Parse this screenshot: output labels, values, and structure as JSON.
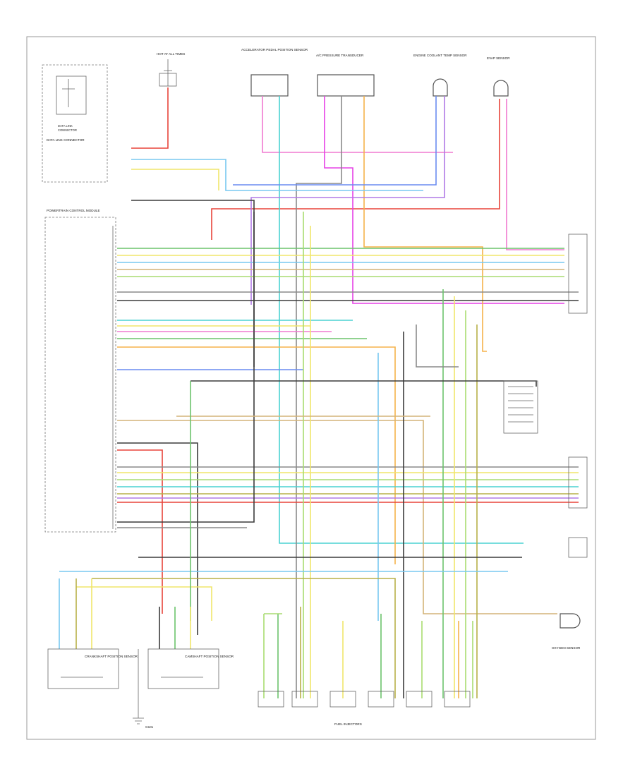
{
  "colors": {
    "red": "#e8443a",
    "pink": "#f07ad0",
    "magenta": "#e640e6",
    "green": "#6cc36c",
    "lightgreen": "#a8dc70",
    "yellow": "#f0e66a",
    "orange": "#f5b24a",
    "blue": "#6a8cf0",
    "lightblue": "#78c8f0",
    "cyan": "#4ad2d2",
    "gray": "#8a8a8a",
    "dark": "#3c3c3c",
    "violet": "#b07ae6",
    "tan": "#d4b478",
    "olive": "#b8b048",
    "brown": "#a07a46"
  },
  "labels": {
    "page_id": "",
    "top_components": [
      "HOT AT ALL TIMES",
      "ACCELERATOR PEDAL POSITION SENSOR",
      "A/C PRESSURE TRANSDUCER",
      "ENGINE COOLANT TEMP SENSOR",
      "EVAP SENSOR"
    ],
    "left_module": "POWERTRAIN CONTROL MODULE",
    "left_box": "DATA LINK CONNECTOR",
    "fuse_block": "",
    "right_connector_a": "",
    "right_connector_b": "",
    "bottom_sensors": [
      "CRANKSHAFT POSITION SENSOR",
      "CAMSHAFT POSITION SENSOR"
    ],
    "bottom_injectors": "FUEL INJECTORS",
    "right_sensor": "OXYGEN SENSOR",
    "ground": "G101"
  }
}
